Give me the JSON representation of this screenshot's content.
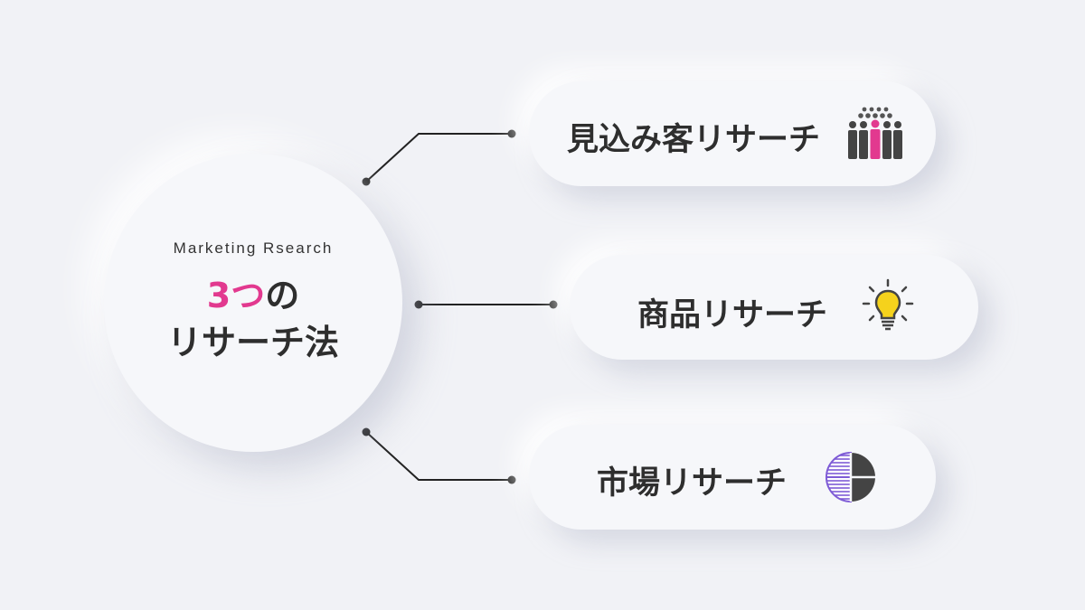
{
  "hub": {
    "subtitle": "Marketing Rsearch",
    "title_accent": "3つ",
    "title_rest1": "の",
    "title_line2": "リサーチ法"
  },
  "branches": [
    {
      "label": "見込み客リサーチ",
      "icon": "people-group-icon"
    },
    {
      "label": "商品リサーチ",
      "icon": "lightbulb-icon"
    },
    {
      "label": "市場リサーチ",
      "icon": "pie-chart-icon"
    }
  ],
  "colors": {
    "background": "#f1f2f6",
    "accent": "#e2398f",
    "text": "#2e2e2e",
    "lightbulb": "#f5d21c",
    "pie_stripe": "#7e5bd6",
    "icon_dark": "#444444"
  }
}
